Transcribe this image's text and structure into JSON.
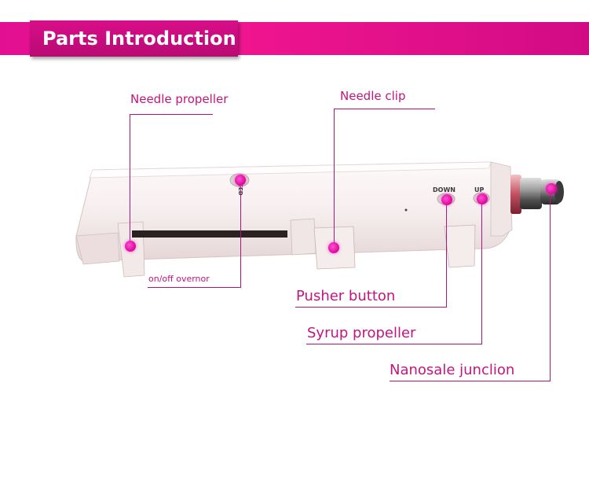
{
  "header": {
    "title": "Parts Introduction"
  },
  "device": {
    "speed_label": "SPEED",
    "down_label": "DOWN",
    "up_label": "UP"
  },
  "labels": {
    "needle_propeller": "Needle propeller",
    "needle_clip": "Needle clip",
    "on_off": "on/off overnor",
    "pusher_button": "Pusher button",
    "syrup_propeller": "Syrup propeller",
    "nanosale_junction": "Nanosale junclion"
  },
  "colors": {
    "accent": "#e30f92",
    "label_text": "#c2157e",
    "leader_line": "#b0157a"
  }
}
